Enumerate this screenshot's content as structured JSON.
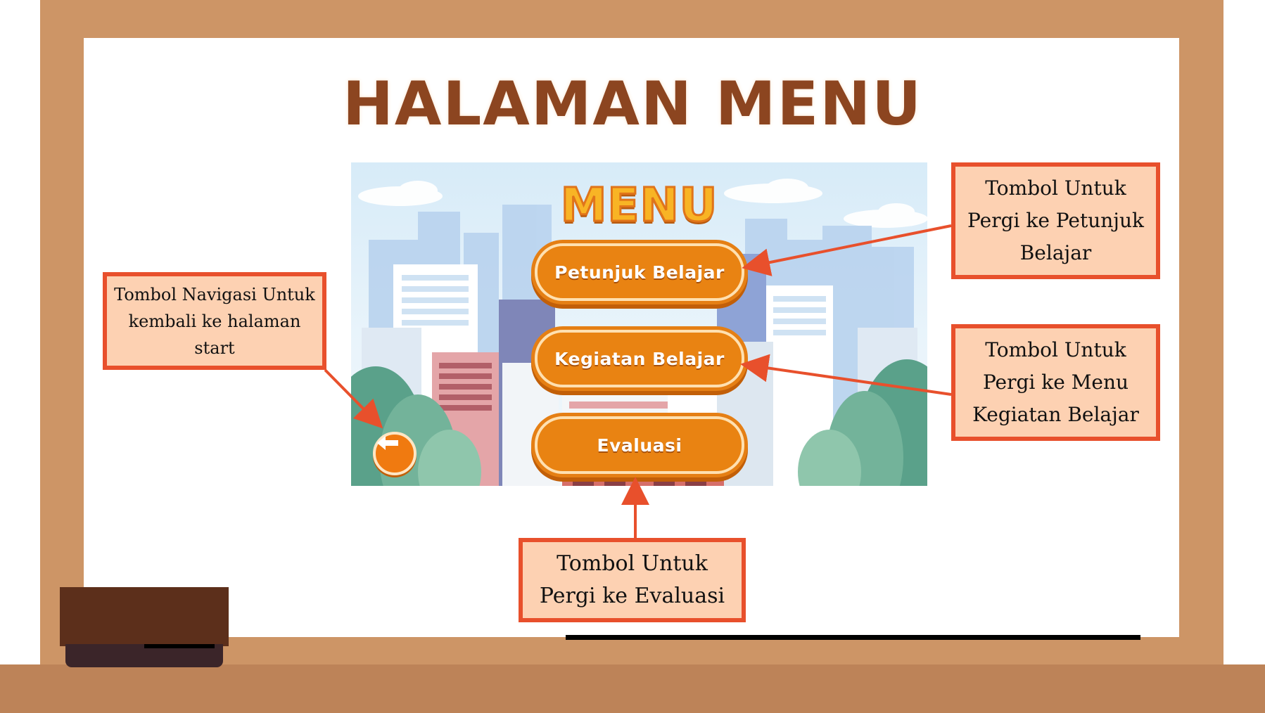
{
  "page_title": "HALAMAN MENU",
  "screen": {
    "title": "MENU",
    "buttons": {
      "petunjuk": "Petunjuk Belajar",
      "kegiatan": "Kegiatan Belajar",
      "evaluasi": "Evaluasi"
    },
    "back_icon": "arrow-left-icon"
  },
  "callouts": {
    "back": "Tombol Navigasi Untuk kembali ke halaman start",
    "petunjuk": "Tombol Untuk Pergi ke Petunjuk Belajar",
    "kegiatan": "Tombol Untuk Pergi ke Menu Kegiatan Belajar",
    "evaluasi": "Tombol Untuk Pergi ke Evaluasi"
  },
  "colors": {
    "frame": "#cd9566",
    "title": "#8c4520",
    "button": "#e98312",
    "callout_fill": "#fdd1b2",
    "callout_border": "#e8502c"
  }
}
